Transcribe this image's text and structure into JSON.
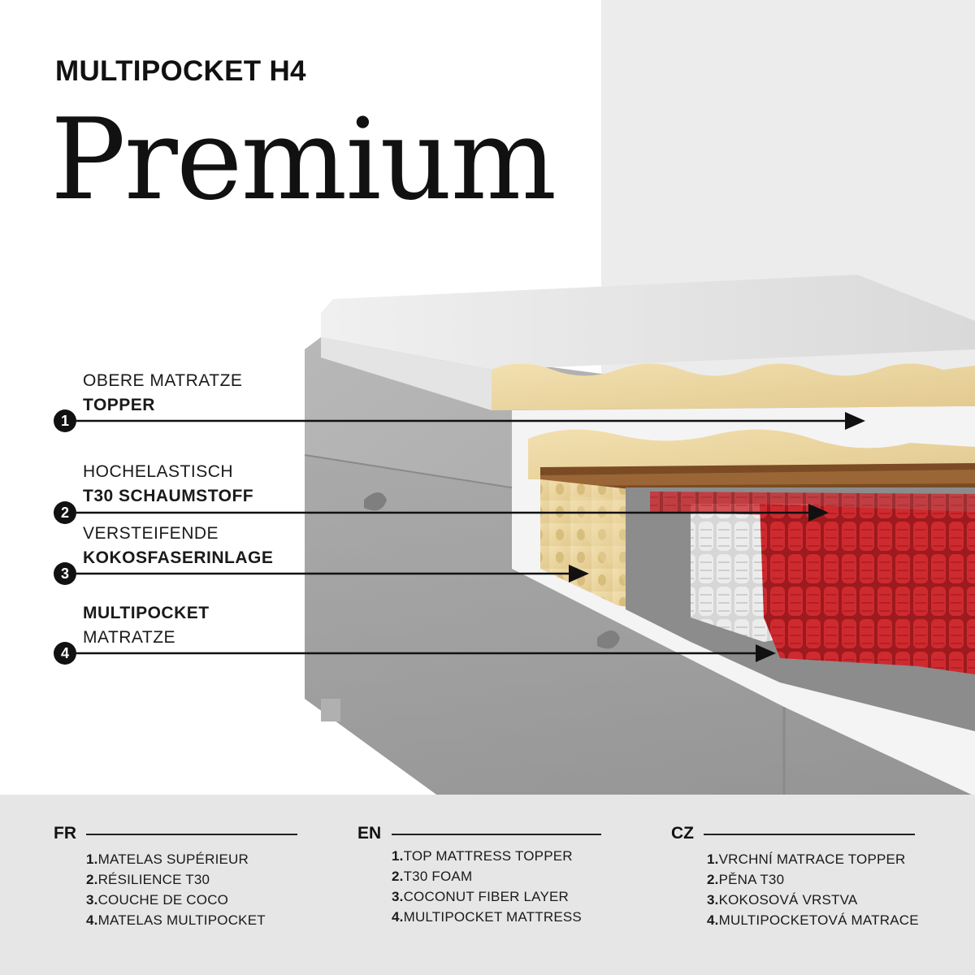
{
  "header": {
    "subtitle": "MULTIPOCKET H4",
    "title": "Premium"
  },
  "callouts": [
    {
      "number": "1",
      "line1": "OBERE MATRATZE",
      "line2": "TOPPER"
    },
    {
      "number": "2",
      "line1": "HOCHELASTISCH",
      "line2": "T30 SCHAUMSTOFF"
    },
    {
      "number": "3",
      "line1": "VERSTEIFENDE",
      "line2": "KOKOSFASERINLAGE"
    },
    {
      "number": "4",
      "line1": "MULTIPOCKET",
      "line2": "MATRATZE"
    }
  ],
  "legend": {
    "fr": {
      "code": "FR",
      "items": [
        {
          "n": "1.",
          "text": "MATELAS SUPÉRIEUR"
        },
        {
          "n": "2.",
          "text": "RÉSILIENCE T30"
        },
        {
          "n": "3.",
          "text": "COUCHE DE COCO"
        },
        {
          "n": "4.",
          "text": "MATELAS MULTIPOCKET"
        }
      ]
    },
    "en": {
      "code": "EN",
      "items": [
        {
          "n": "1.",
          "text": "TOP MATTRESS TOPPER"
        },
        {
          "n": "2.",
          "text": "T30 FOAM"
        },
        {
          "n": "3.",
          "text": "COCONUT FIBER LAYER"
        },
        {
          "n": "4.",
          "text": "MULTIPOCKET MATTRESS"
        }
      ]
    },
    "cz": {
      "code": "CZ",
      "items": [
        {
          "n": "1.",
          "text": "VRCHNÍ MATRACE TOPPER"
        },
        {
          "n": "2.",
          "text": "PĚNA T30"
        },
        {
          "n": "3.",
          "text": "KOKOSOVÁ VRSTVA"
        },
        {
          "n": "4.",
          "text": "MULTIPOCKETOVÁ MATRACE"
        }
      ]
    }
  },
  "colors": {
    "background": "#ffffff",
    "panel": "#e6e6e6",
    "fabric": "#a9a9a9",
    "foam": "#ecd7a3",
    "coconut": "#8a5a2e",
    "spring_red": "#c8262a",
    "spring_white": "#dcdcdc",
    "text": "#111111"
  }
}
